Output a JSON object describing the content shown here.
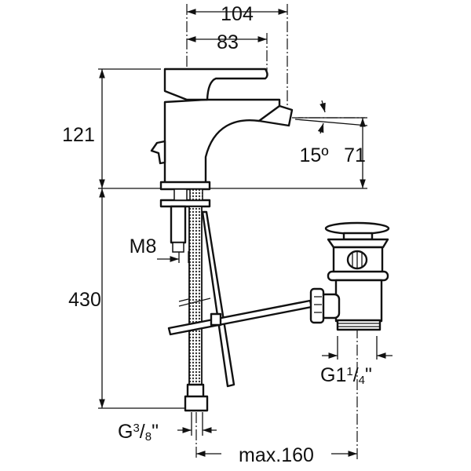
{
  "dimensions": {
    "overall_reach": "104",
    "handle_reach": "83",
    "height_above_counter": "121",
    "spout_angle": "15º",
    "spout_height": "71",
    "stud_thread": "M8",
    "hose_length": "430",
    "drain_thread_main": "G1",
    "drain_thread_fraction_num": "1",
    "drain_thread_fraction_den": "4",
    "hose_thread_main": "G",
    "hose_thread_fraction_num": "3",
    "hose_thread_fraction_den": "8",
    "inch_mark": "\"",
    "max_distance": "max.160"
  }
}
